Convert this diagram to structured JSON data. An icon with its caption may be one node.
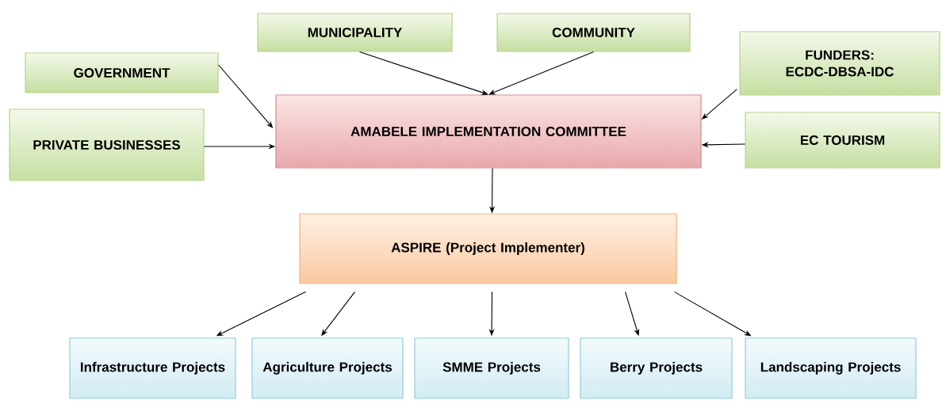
{
  "diagram": {
    "nodes": [
      {
        "text": [
          "MUNICIPALITY"
        ]
      },
      {
        "text": [
          "COMMUNITY"
        ]
      },
      {
        "text": [
          "GOVERNMENT"
        ]
      },
      {
        "text": [
          "FUNDERS: ECDC-DBSA-IDC"
        ]
      },
      {
        "text": [
          "PRIVATE BUSINESSES"
        ]
      },
      {
        "text": [
          "AMABELE IMPLEMENTATION COMMITTEE"
        ]
      },
      {
        "text": [
          "EC TOURISM"
        ]
      },
      {
        "text": [
          "ASPIRE (Project Implementer)"
        ]
      },
      {
        "text": [
          "Infrastructure Projects"
        ]
      },
      {
        "text": [
          "Agriculture Projects"
        ]
      },
      {
        "text": [
          "SMME Projects"
        ]
      },
      {
        "text": [
          "Berry Projects"
        ]
      },
      {
        "text": [
          "Landscaping Projects"
        ]
      }
    ],
    "edges": [
      {
        "from": 2,
        "to": 5,
        "arrow": "to"
      },
      {
        "from": 0,
        "to": 5,
        "arrow": "to"
      },
      {
        "from": 1,
        "to": 5,
        "arrow": "to"
      },
      {
        "from": 3,
        "to": 5,
        "arrow": "to"
      },
      {
        "from": 4,
        "to": 5,
        "arrow": "to"
      },
      {
        "from": 6,
        "to": 5,
        "arrow": "to"
      },
      {
        "from": 5,
        "to": 7,
        "arrow": "to"
      },
      {
        "from": 7,
        "to": 8,
        "arrow": "to"
      },
      {
        "from": 7,
        "to": 9,
        "arrow": "to"
      },
      {
        "from": 7,
        "to": 10,
        "arrow": "to"
      },
      {
        "from": 7,
        "to": 11,
        "arrow": "to"
      },
      {
        "from": 7,
        "to": 12,
        "arrow": "to"
      }
    ]
  }
}
